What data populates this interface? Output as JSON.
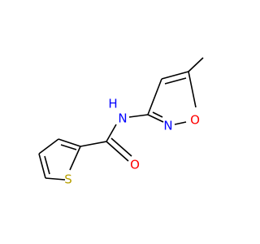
{
  "colors": {
    "carbon_bond": "#000000",
    "nitrogen": "#0000ff",
    "oxygen": "#ff0000",
    "sulfur": "#b8a000"
  },
  "atoms": {
    "n_amide": {
      "label": "N",
      "element": "N"
    },
    "h_amide": {
      "label": "H",
      "element": "N"
    },
    "n_ring": {
      "label": "N",
      "element": "N"
    },
    "o_ring": {
      "label": "O",
      "element": "O"
    },
    "o_carbonyl": {
      "label": "O",
      "element": "O"
    },
    "s_ring": {
      "label": "S",
      "element": "S"
    }
  }
}
